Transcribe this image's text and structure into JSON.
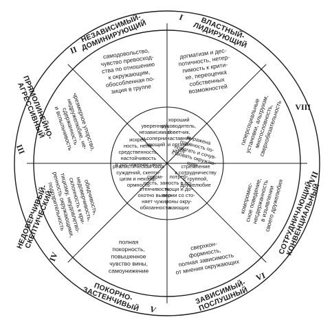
{
  "colors": {
    "ink": "#1a1a1a",
    "paper": "#ffffff"
  },
  "sectors": [
    {
      "roman": "I",
      "name": [
        "ВЛАСТНЫЙ-",
        "ЛИДИРУЮЩИЙ"
      ],
      "outer": [
        "догматизм и дес-",
        "потичность, нетер-",
        "пимость к крити-",
        "ке, переоценка",
        "собственных",
        "возможностей"
      ],
      "inner": [
        "хороший",
        "руководитель,",
        "советчик,",
        "наставник",
        "и органи-",
        "затор"
      ]
    },
    {
      "roman": "VIII",
      "name": [],
      "outer": [
        "гиперсоциальные",
        "установки, альтруизм,",
        "многословность,",
        "сверхобязательность"
      ],
      "inner": [
        "выражена",
        "готовность по-",
        "помогать и сочув-",
        "ствовать окружаю-",
        "щим"
      ]
    },
    {
      "roman": "VII",
      "name": [
        "СОТРУДНИЧАЮЩИЙ-",
        "КОНВЕНЦИАЛЬНЫЙ"
      ],
      "outer": [
        "компромис-",
        "сное поведение,",
        "несдержанность",
        "в изъявлении",
        "своего дружелюбия"
      ],
      "inner": [
        "стремление",
        "к сотрудничеству",
        "с группой,",
        "дружелюбие"
      ]
    },
    {
      "roman": "VI",
      "name": [
        "ЗАВИСИМЫЙ-",
        "ПОСЛУШНЫЙ"
      ],
      "outer": [
        "сверхкон-",
        "формность,",
        "полная зависимость",
        "от мнения окружающих"
      ],
      "inner": [
        "потреб-",
        "ность в по-",
        "мощи и до-",
        "верии со сто-",
        "роны окру-",
        "жающих"
      ]
    },
    {
      "roman": "V",
      "name": [
        "ПОКОРНО-",
        "ЗАСТЕНЧИВЫЙ"
      ],
      "outer": [
        "полная",
        "покорность,",
        "повышенное",
        "чувство вины,",
        "самоунижение"
      ],
      "inner": [
        "скром-",
        "ность, за-",
        "стенчивость,",
        "охотно выпол-",
        "няет чужие",
        "обязанности"
      ]
    },
    {
      "roman": "IV",
      "name": [
        "НЕДОВЕРЧИВЫЙ-",
        "СКЕПТИЧЕСКИЙ"
      ],
      "outer": [
        "обидчивость,",
        "недоверчивость,",
        "склонность к кри-",
        "тицизму, неудовлетво-",
        "ренность окружающими,",
        "подозрительность"
      ],
      "inner": [
        "реалистическая база",
        "суждений, скепти-",
        "цизм и неконф-",
        "ормность"
      ]
    },
    {
      "roman": "III",
      "name": [
        "ПРЯМОЛИНЕЙНО-",
        "АГРЕССИВНЫЙ"
      ],
      "outer": [
        "чрезмерное упорство,",
        "недружелюбие, не-",
        "сдержанность",
        "и вспыльчивость"
      ],
      "inner": [
        "искрен-",
        "ность, непо-",
        "средственность,",
        "настойчивость",
        "в достижении цели"
      ]
    },
    {
      "roman": "II",
      "name": [
        "НЕЗАВИСИМЫЙ-",
        "ДОМИНИРУЮЩИЙ"
      ],
      "outer": [
        "самодовольство,",
        "чувство превосход-",
        "ства по отношению",
        "к окружающим,",
        "обособленная по-",
        "зиция в группе"
      ],
      "inner": [
        "уверенный,",
        "независимый",
        "и соперни-",
        "чающий"
      ]
    }
  ]
}
